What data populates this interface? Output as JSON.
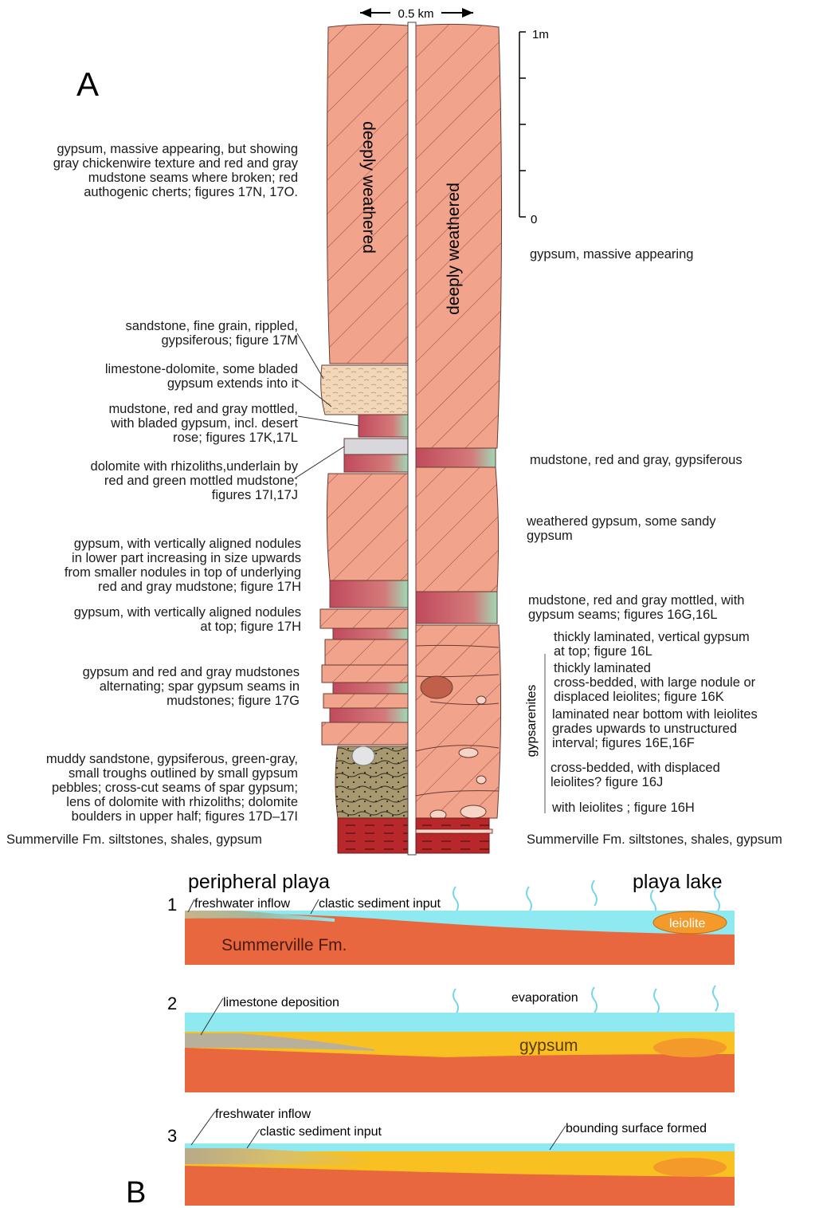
{
  "panel_labels": {
    "a": "A",
    "b": "B"
  },
  "scale": {
    "width_label": "0.5 km",
    "top_label": "1m",
    "bottom_label": "0"
  },
  "column": {
    "weathered_left": "deeply weathered",
    "weathered_right": "deeply weathered"
  },
  "left_labels": [
    "gypsum, massive appearing, but showing\ngray chickenwire texture and red and gray\nmudstone seams where broken; red\nauthogenic cherts; figures 17N, 17O.",
    "sandstone, fine grain, rippled,\ngypsiferous; figure 17M",
    "limestone-dolomite, some bladed\ngypsum extends into it",
    "mudstone, red and gray mottled,\nwith bladed gypsum, incl. desert\nrose; figures 17K,17L",
    "dolomite with rhizoliths,underlain by\nred and green mottled mudstone;\nfigures 17I,17J",
    "gypsum, with vertically aligned nodules\nin     lower part increasing in size upwards\nfrom smaller nodules in top of underlying\nred and gray mudstone; figure 17H",
    "gypsum, with vertically aligned nodules\nat top; figure 17H",
    "gypsum and red and gray mudstones\nalternating; spar gypsum seams in\nmudstones; figure 17G",
    "muddy sandstone, gypsiferous, green-gray,\nsmall troughs outlined by small gypsum\npebbles; cross-cut seams of spar gypsum;\nlens of dolomite with rhizoliths; dolomite\nboulders in upper half; figures 17D–17I",
    "Summerville Fm. siltstones, shales, gypsum"
  ],
  "right_labels": [
    "gypsum, massive appearing",
    "mudstone, red and gray, gypsiferous",
    "weathered gypsum, some sandy\ngypsum",
    "mudstone, red and gray mottled, with\ngypsum seams; figures 16G,16L",
    "thickly laminated, vertical gypsum\nat top; figure 16L",
    "thickly laminated\ncross-bedded, with large nodule or\ndisplaced leiolites; figure 16K",
    "laminated near bottom with leiolites\ngrades upwards to unstructured\ninterval; figures 16E,16F",
    "cross-bedded, with displaced\nleiolites? figure 16J",
    "with leiolites ; figure 16H",
    "Summerville Fm. siltstones, shales, gypsum"
  ],
  "gypsarenites_label": "gypsarenites",
  "panel_b": {
    "title_left": "peripheral playa",
    "title_right": "playa lake",
    "stage1": {
      "num": "1",
      "freshwater": "freshwater inflow",
      "clastic": "clastic sediment input",
      "formation": "Summerville Fm.",
      "leiolite": "leiolite"
    },
    "stage2": {
      "num": "2",
      "limestone": "limestone deposition",
      "evaporation": "evaporation",
      "gypsum": "gypsum"
    },
    "stage3": {
      "num": "3",
      "freshwater": "freshwater inflow",
      "clastic": "clastic sediment input",
      "bounding": "bounding surface formed"
    }
  },
  "colors": {
    "gypsum": "#f2a38c",
    "mudstone": "#c9606a",
    "mud_green": "#9fd8b4",
    "limestone": "#f3d7b9",
    "dolomite": "#d8d8dc",
    "sandstone": "#a89870",
    "summerville": "#b8282a",
    "water": "#8ee9f0",
    "playa_gypsum": "#f8c020",
    "formation": "#e9673e",
    "leiolite": "#f39a2a"
  }
}
